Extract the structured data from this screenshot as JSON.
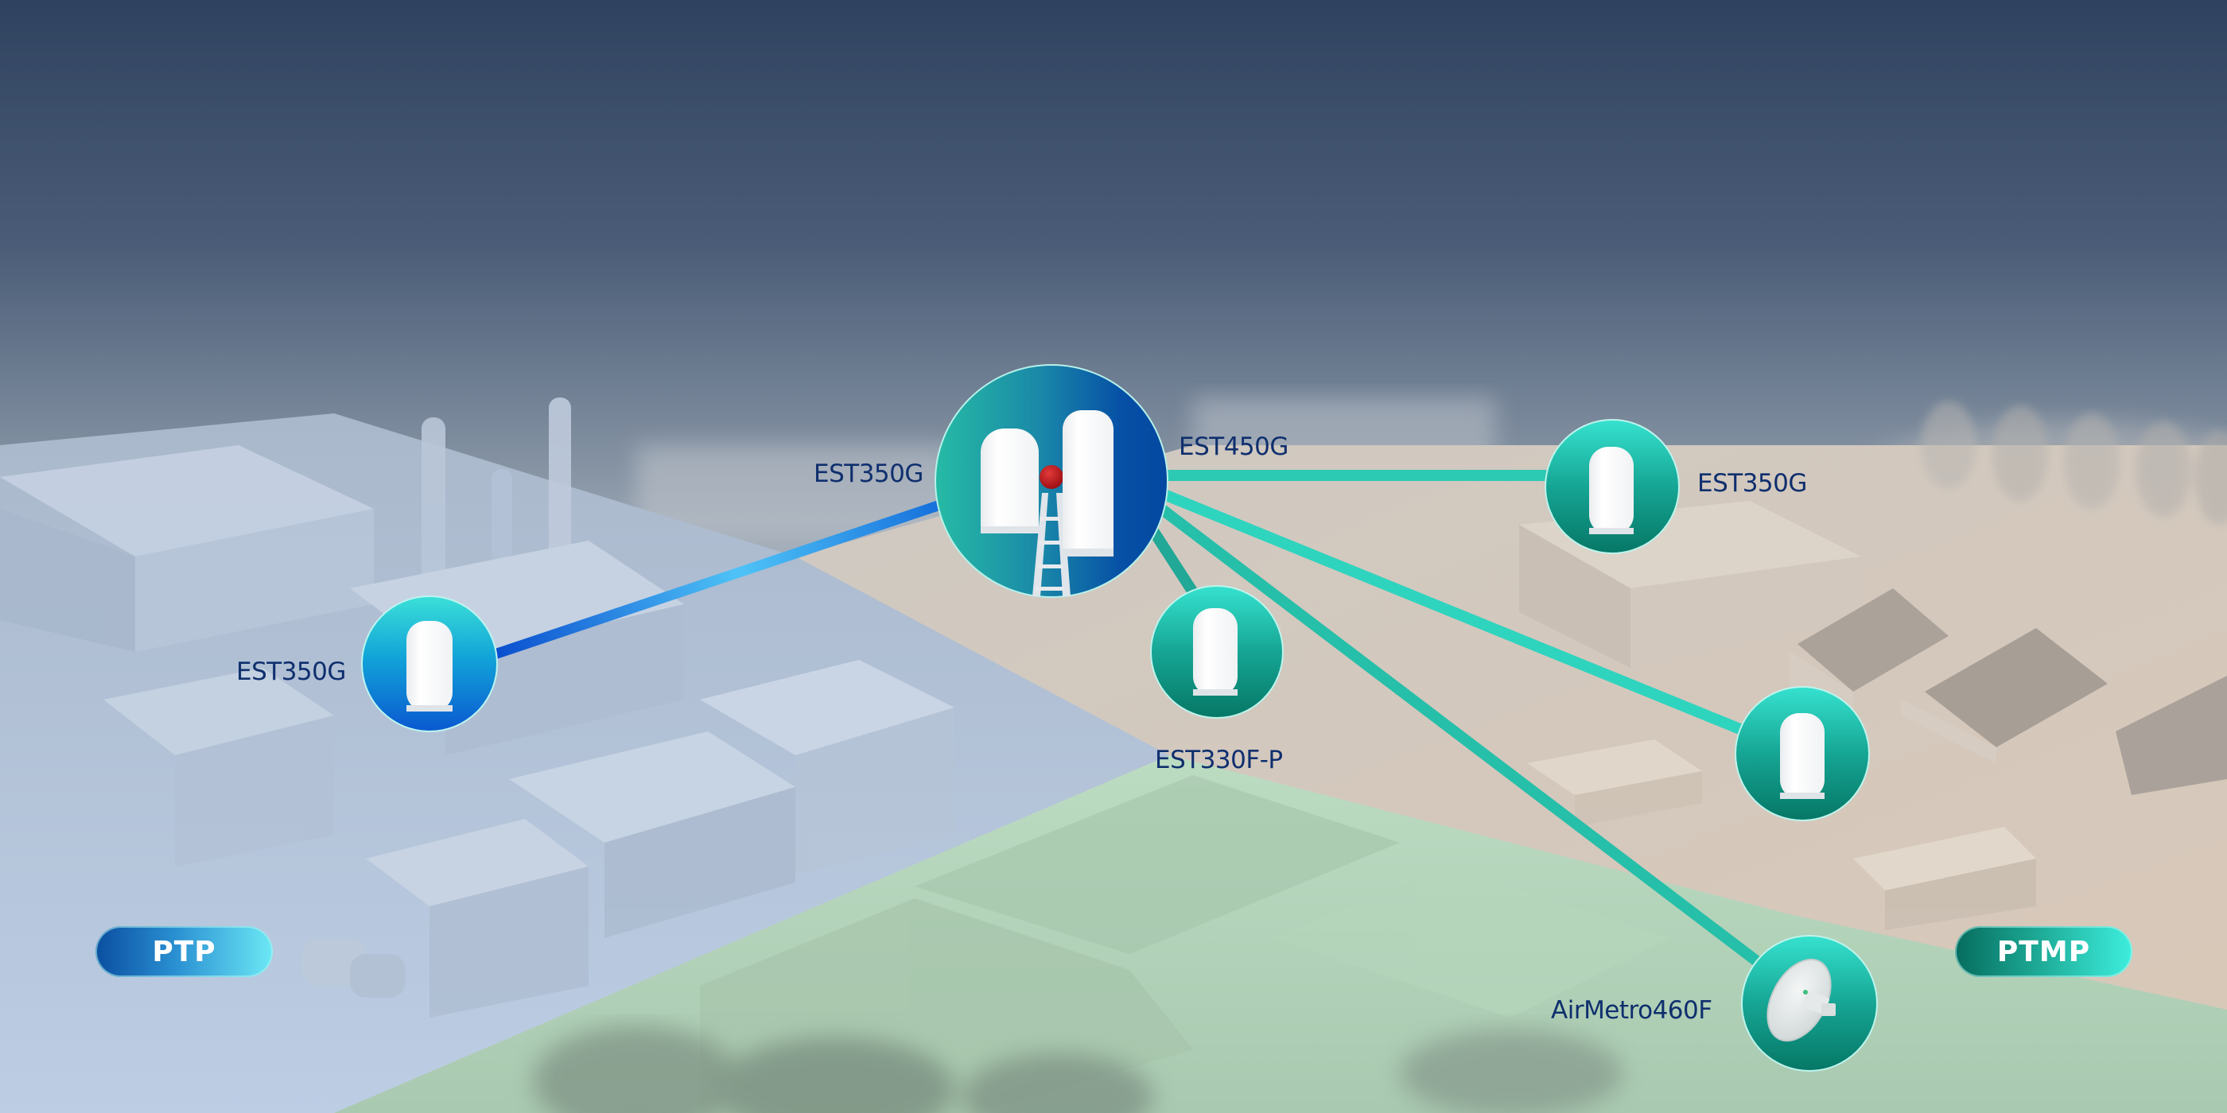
{
  "diagram": {
    "modes": {
      "ptp": {
        "label": "PTP"
      },
      "ptmp": {
        "label": "PTMP"
      }
    },
    "hub": {
      "left_device_label": "EST350G",
      "right_device_label": "EST450G"
    },
    "nodes": [
      {
        "id": "ptp-remote",
        "label": "EST350G",
        "mode": "PTP",
        "device": "sector-cpe"
      },
      {
        "id": "ptmp-top",
        "label": "EST350G",
        "mode": "PTMP",
        "device": "sector-cpe"
      },
      {
        "id": "ptmp-near",
        "label": "EST330F-P",
        "mode": "PTMP",
        "device": "sector-cpe"
      },
      {
        "id": "ptmp-houses",
        "label": "",
        "mode": "PTMP",
        "device": "sector-cpe"
      },
      {
        "id": "ptmp-dish",
        "label": "AirMetro460F",
        "mode": "PTMP",
        "device": "dish-antenna"
      }
    ],
    "links": [
      {
        "from": "hub",
        "to": "ptp-remote",
        "mode": "PTP"
      },
      {
        "from": "hub",
        "to": "ptmp-top",
        "mode": "PTMP"
      },
      {
        "from": "hub",
        "to": "ptmp-near",
        "mode": "PTMP"
      },
      {
        "from": "hub",
        "to": "ptmp-houses",
        "mode": "PTMP"
      },
      {
        "from": "hub",
        "to": "ptmp-dish",
        "mode": "PTMP"
      }
    ]
  },
  "colors": {
    "ptp_blue": "#0a5fd6",
    "ptp_light": "#4fc0f5",
    "ptmp_teal": "#20b9a3",
    "ptmp_bright": "#3ef0dc",
    "label_navy": "#0f2f6e",
    "sky_top": "#2f425f",
    "industrial_zone": "#b9c8dc",
    "residential_zone": "#d9cdbf",
    "green_zone": "#b6d6bd"
  }
}
